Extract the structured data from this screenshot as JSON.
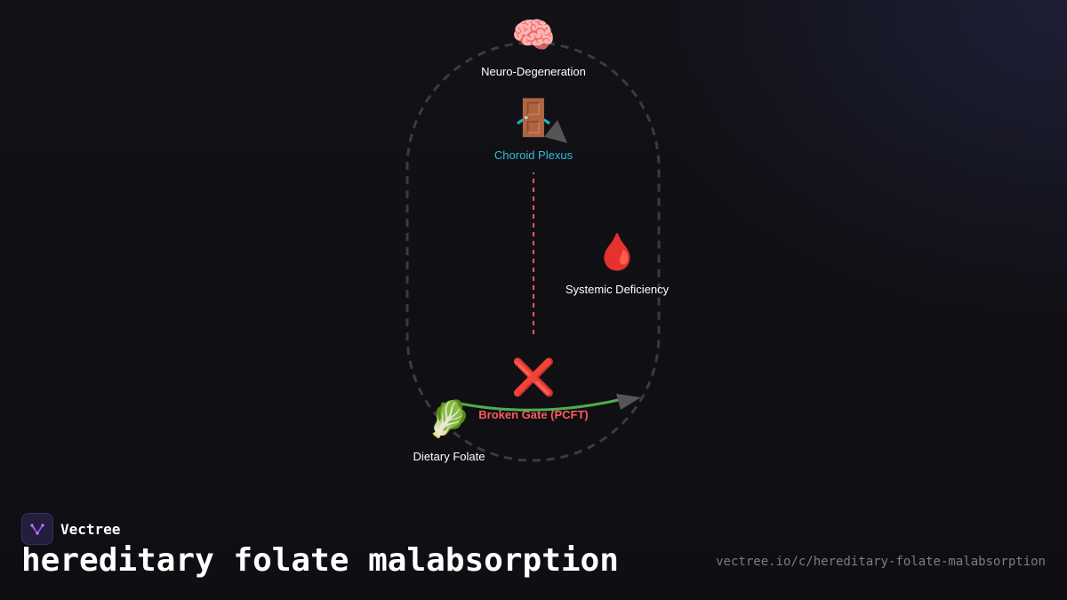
{
  "diagram": {
    "nodes": [
      {
        "id": "neuro",
        "icon": "🧠",
        "icon_name": "brain-icon",
        "label": "Neuro-Degeneration",
        "color": "#ffffff"
      },
      {
        "id": "choroid",
        "icon": "🚪",
        "icon_name": "door-icon",
        "label": "Choroid Plexus",
        "color": "#3ab8d8"
      },
      {
        "id": "systemic",
        "icon": "🩸",
        "icon_name": "blood-drop-icon",
        "label": "Systemic Deficiency",
        "color": "#ffffff"
      },
      {
        "id": "gate",
        "icon": "❌",
        "icon_name": "cross-mark-icon",
        "label": "Broken Gate (PCFT)",
        "color": "#ff5a5a"
      },
      {
        "id": "folate",
        "icon": "🥬",
        "icon_name": "leafy-green-icon",
        "label": "Dietary Folate",
        "color": "#ffffff"
      }
    ],
    "edges": [
      {
        "from": "gate",
        "to": "choroid",
        "style": "dashed",
        "color": "#ff5a5a"
      },
      {
        "from": "folate",
        "to": "systemic",
        "style": "solid",
        "color": "#4caf50"
      }
    ],
    "colors": {
      "loop": "#3a3a40",
      "arrowhead": "#555555",
      "choroid_arc": "#1fb6c9"
    }
  },
  "footer": {
    "brand_name": "Vectree",
    "title": "hereditary folate malabsorption",
    "url": "vectree.io/c/hereditary-folate-malabsorption"
  }
}
